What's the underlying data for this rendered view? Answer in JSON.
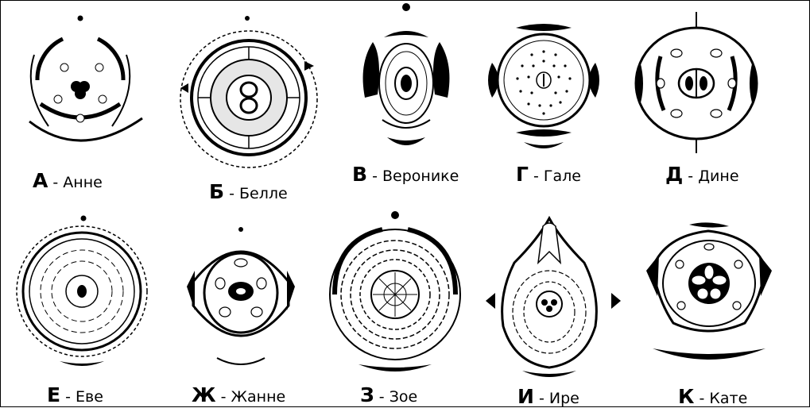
{
  "diagrams": [
    {
      "letter": "А",
      "separator": " - ",
      "name": "Анне"
    },
    {
      "letter": "Б",
      "separator": " - ",
      "name": "Белле"
    },
    {
      "letter": "В",
      "separator": " - ",
      "name": "Веронике"
    },
    {
      "letter": "Г",
      "separator": " - ",
      "name": "Гале"
    },
    {
      "letter": "Д",
      "separator": " - ",
      "name": "Дине"
    },
    {
      "letter": "Е",
      "separator": " - ",
      "name": "Еве"
    },
    {
      "letter": "Ж",
      "separator": " - ",
      "name": "Жанне"
    },
    {
      "letter": "З",
      "separator": " - ",
      "name": "Зое"
    },
    {
      "letter": "И",
      "separator": " - ",
      "name": "Ире"
    },
    {
      "letter": "К",
      "separator": " - ",
      "name": "Кате"
    }
  ],
  "colors": {
    "ink": "#000000",
    "paper": "#ffffff",
    "stipple": "#e6e6e6"
  }
}
